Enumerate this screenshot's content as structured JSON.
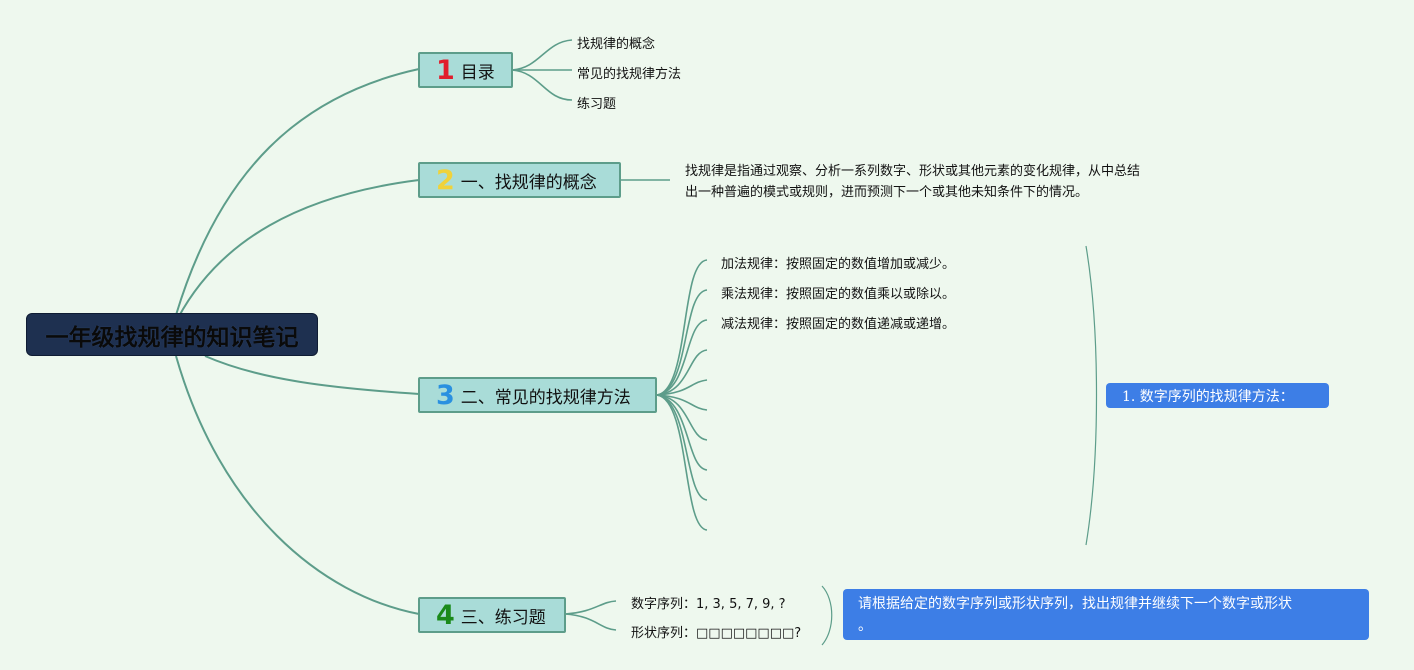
{
  "root": {
    "label": "一年级找规律的知识笔记"
  },
  "topics": [
    {
      "number": "1",
      "number_color": "#e11d2c",
      "label": "目录"
    },
    {
      "number": "2",
      "number_color": "#f0d23a",
      "label": "一、找规律的概念"
    },
    {
      "number": "3",
      "number_color": "#2a90e0",
      "label": "二、常见的找规律方法"
    },
    {
      "number": "4",
      "number_color": "#1a8a1a",
      "label": "三、练习题"
    }
  ],
  "toc": [
    "找规律的概念",
    "常见的找规律方法",
    "练习题"
  ],
  "concept": {
    "lines": [
      "找规律是指通过观察、分析一系列数字、形状或其他元素的变化规律，从中总结",
      "出一种普遍的模式或规则，进而预测下一个或其他未知条件下的情况。"
    ]
  },
  "methods": [
    "加法规律：按照固定的数值增加或减少。",
    "乘法规律：按照固定的数值乘以或除以。",
    "减法规律：按照固定的数值递减或递增。"
  ],
  "methods_summary": "1. 数字序列的找规律方法：",
  "exercises": [
    "数字序列：1, 3, 5, 7, 9, ?",
    "形状序列：□□□□□□□□?"
  ],
  "exercise_summary": {
    "line1": "请根据给定的数字序列或形状序列，找出规律并继续下一个数字或形状",
    "line2": "。"
  },
  "colors": {
    "background": "#eef8ee",
    "edge": "#5d9d8a",
    "root_fill": "#1e3050",
    "topic_fill": "#a9dcd8",
    "callout_fill": "#3d7ee6"
  }
}
